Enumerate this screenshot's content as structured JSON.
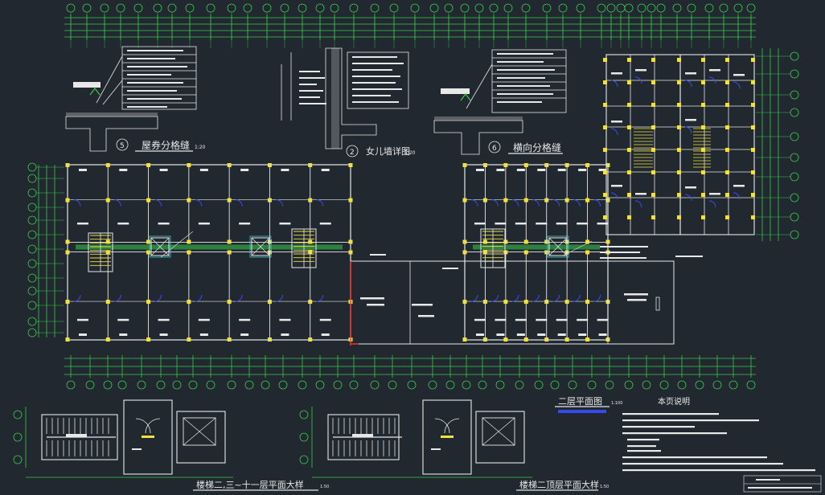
{
  "drawing": {
    "detail_labels": {
      "roof_joint": {
        "num": "5",
        "title": "屋券分格缝",
        "scale": "1:20"
      },
      "parapet": {
        "num": "2",
        "title": "女儿墙详图",
        "scale": "1:20"
      },
      "transverse_joint": {
        "num": "6",
        "title": "横向分格缝",
        "scale": ""
      }
    },
    "plan_title": {
      "title": "二层平面图",
      "scale": "1:100"
    },
    "stair_details": {
      "typical": {
        "title": "楼梯二,三~十一层平面大样",
        "scale": "1:50"
      },
      "top": {
        "title": "楼梯二顶层平面大样",
        "scale": "1:50"
      }
    },
    "notes_title": "本页说明",
    "colors": {
      "background": "#212830",
      "walls": "#e8e8e8",
      "dims": "#39c94a",
      "columns": "#f0e040",
      "doors": "#3a4cff",
      "hatch": "#39c94a",
      "accent_red": "#ff3030"
    }
  }
}
